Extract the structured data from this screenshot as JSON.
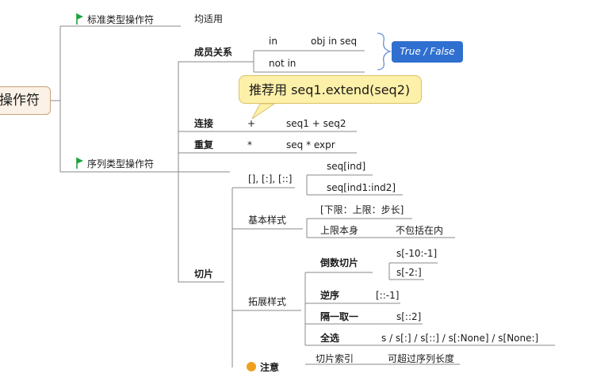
{
  "root": {
    "label": "操作符"
  },
  "branches": {
    "standard": {
      "label": "标准类型操作符",
      "note": "均适用"
    },
    "sequence": {
      "label": "序列类型操作符"
    }
  },
  "membership": {
    "label": "成员关系",
    "in_op": "in",
    "in_expr": "obj in seq",
    "not_in_op": "not in",
    "result": "True / False"
  },
  "callout": {
    "text": "推荐用 seq1.extend(seq2)"
  },
  "concat": {
    "label": "连接",
    "op": "+",
    "expr": "seq1 + seq2"
  },
  "repeat": {
    "label": "重复",
    "op": "*",
    "expr": "seq * expr"
  },
  "slice": {
    "label": "切片",
    "brackets": "[], [:], [::]",
    "ind": "seq[ind]",
    "ind_range": "seq[ind1:ind2]",
    "basic": {
      "label": "基本样式",
      "pattern": "[下限：上限：步长]",
      "upper_label": "上限本身",
      "upper_note": "不包括在内"
    },
    "extended": {
      "label": "拓展样式",
      "reverse_index": {
        "label": "倒数切片",
        "ex1": "s[-10:-1]",
        "ex2": "s[-2:]"
      },
      "reverse": {
        "label": "逆序",
        "expr": "[::-1]"
      },
      "every_other": {
        "label": "隔一取一",
        "expr": "s[::2]"
      },
      "select_all": {
        "label": "全选",
        "expr": "s / s[:] / s[::] / s[:None] / s[None:]"
      }
    },
    "index_note": {
      "label": "切片索引",
      "note": "可超过序列长度"
    },
    "caution": {
      "label": "注意"
    }
  },
  "colors": {
    "flag": "#1aa33a",
    "pill": "#2f6fd0",
    "callout": "#fdf0a8",
    "root_border": "#c9a27b"
  }
}
